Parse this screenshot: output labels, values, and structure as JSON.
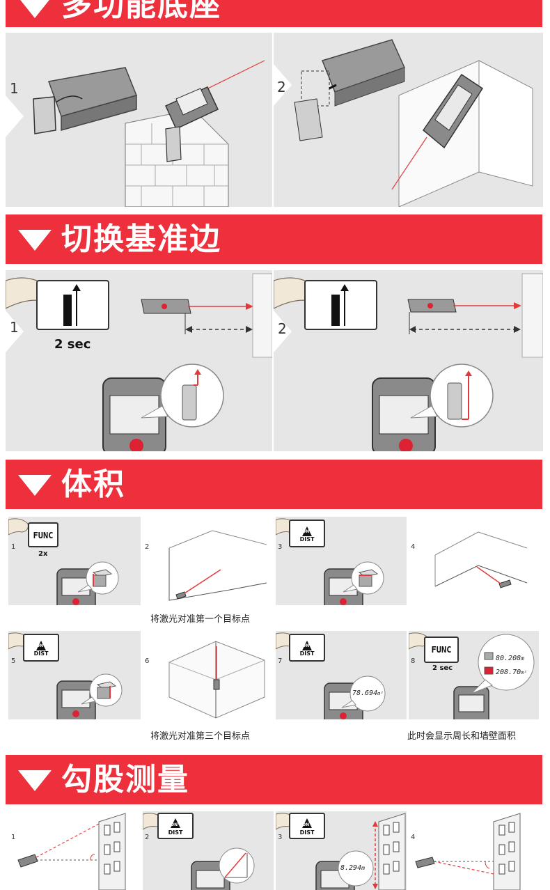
{
  "sections": [
    {
      "title": "多功能底座"
    },
    {
      "title": "切换基准边"
    },
    {
      "title": "体积"
    },
    {
      "title": "勾股测量"
    }
  ],
  "base": {
    "steps": [
      "1",
      "2"
    ]
  },
  "reference": {
    "steps": [
      "1",
      "2"
    ],
    "press_label": "2 sec"
  },
  "volume": {
    "steps": [
      "1",
      "2",
      "3",
      "4",
      "5",
      "6",
      "7",
      "8"
    ],
    "func_label": "FUNC",
    "func_press_1": "2x",
    "func_press_8": "2 sec",
    "on_label": "ON",
    "dist_label": "DIST",
    "reading_7": "78.694",
    "unit_7": "m²",
    "reading_8a": "80.208",
    "unit_8a": "m",
    "reading_8b": "208.70",
    "unit_8b": "m²",
    "caption_1": "将激光对准第一个目标点",
    "caption_2": "将激光对准第三个目标点",
    "caption_3": "此时会显示周长和墙壁面积"
  },
  "pythagoras": {
    "steps": [
      "1",
      "2",
      "3",
      "4"
    ],
    "on_label": "ON",
    "dist_label": "DIST",
    "reading_3": "8.294",
    "unit_3": "m"
  },
  "colors": {
    "banner": "#ee2f3c",
    "laser": "#e23a3a",
    "panel": "#e6e6e6"
  }
}
